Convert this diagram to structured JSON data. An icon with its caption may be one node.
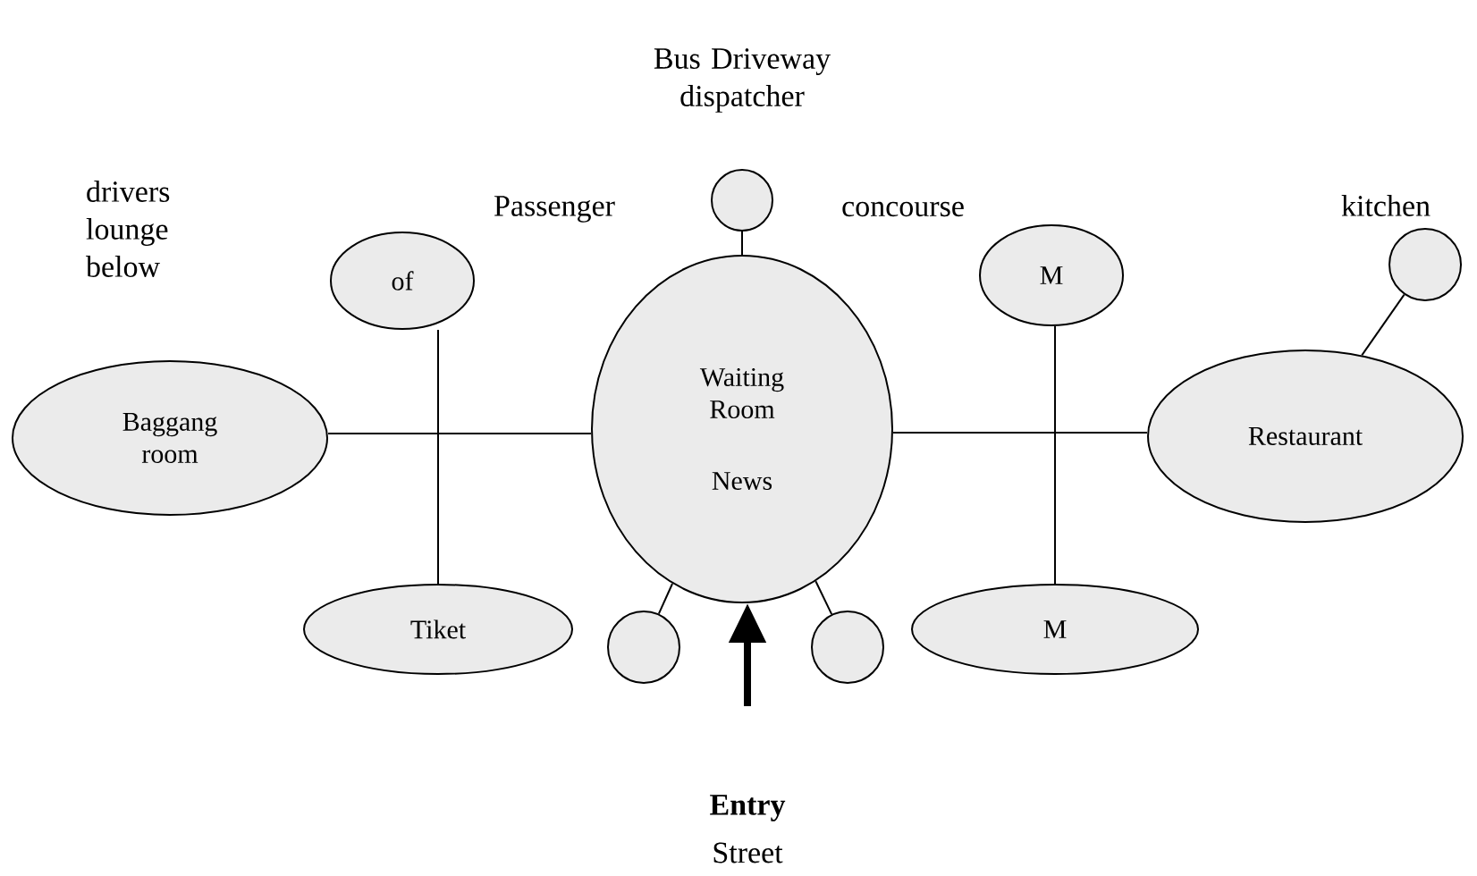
{
  "diagram": {
    "nodes": [
      {
        "text": [
          "Baggang room"
        ]
      },
      {
        "text": [
          "of"
        ]
      },
      {
        "text": [
          "Tiket"
        ]
      },
      {
        "text": [
          "Waiting Room",
          "News"
        ]
      },
      {
        "text": [],
        "shape": "circle"
      },
      {
        "text": [
          "M"
        ]
      },
      {
        "text": [
          "Restaurant"
        ]
      },
      {
        "text": [],
        "shape": "circle"
      },
      {
        "text": [
          "M"
        ]
      },
      {
        "text": [],
        "shape": "circle"
      },
      {
        "text": [],
        "shape": "circle"
      }
    ],
    "edges": [
      {
        "from": 0,
        "to": 3,
        "arrow": "none"
      },
      {
        "from": 1,
        "to": 2,
        "arrow": "none"
      },
      {
        "from": 4,
        "to": 3,
        "arrow": "none"
      },
      {
        "from": 3,
        "to": 6,
        "arrow": "none"
      },
      {
        "from": 5,
        "to": 8,
        "arrow": "none"
      },
      {
        "from": 7,
        "to": 6,
        "arrow": "none"
      },
      {
        "from": 3,
        "to": 9,
        "arrow": "none"
      },
      {
        "from": 3,
        "to": 10,
        "arrow": "none"
      },
      {
        "from": null,
        "to": 3,
        "arrow": "to",
        "style": "thick"
      }
    ],
    "labels": [
      "Bus Driveway dispatcher",
      "drivers lounge below",
      "Passenger",
      "concourse",
      "kitchen",
      "Entry",
      "Street"
    ]
  }
}
